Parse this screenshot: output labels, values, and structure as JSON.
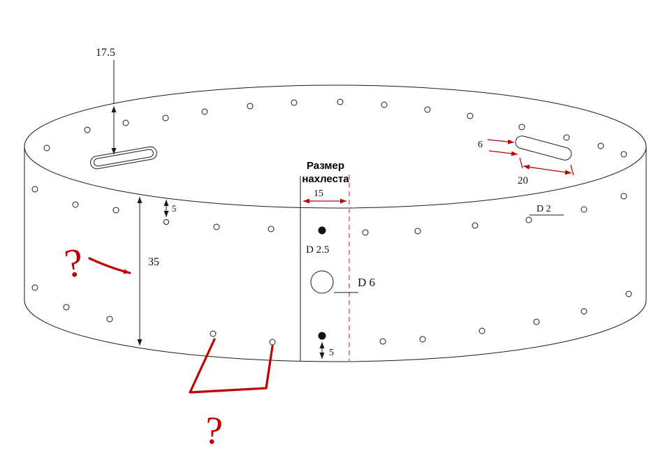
{
  "drawing": {
    "title": {
      "line1": "Размер",
      "line2": "нахлеста"
    },
    "dimensions": {
      "slot_offset": "17.5",
      "hole_edge_top": "5",
      "band_height": "35",
      "overlap_width": "15",
      "slot_width": "6",
      "slot_length": "20",
      "hole_edge_bottom": "5"
    },
    "hole_labels": {
      "small": "D 2",
      "medium": "D 2.5",
      "large": "D 6"
    },
    "annotations": {
      "question_left": "?",
      "question_bottom": "?"
    },
    "colors": {
      "line": "#1a1a1a",
      "annotation_red": "#c00000",
      "overlap_dash": "#d46a6a"
    }
  }
}
